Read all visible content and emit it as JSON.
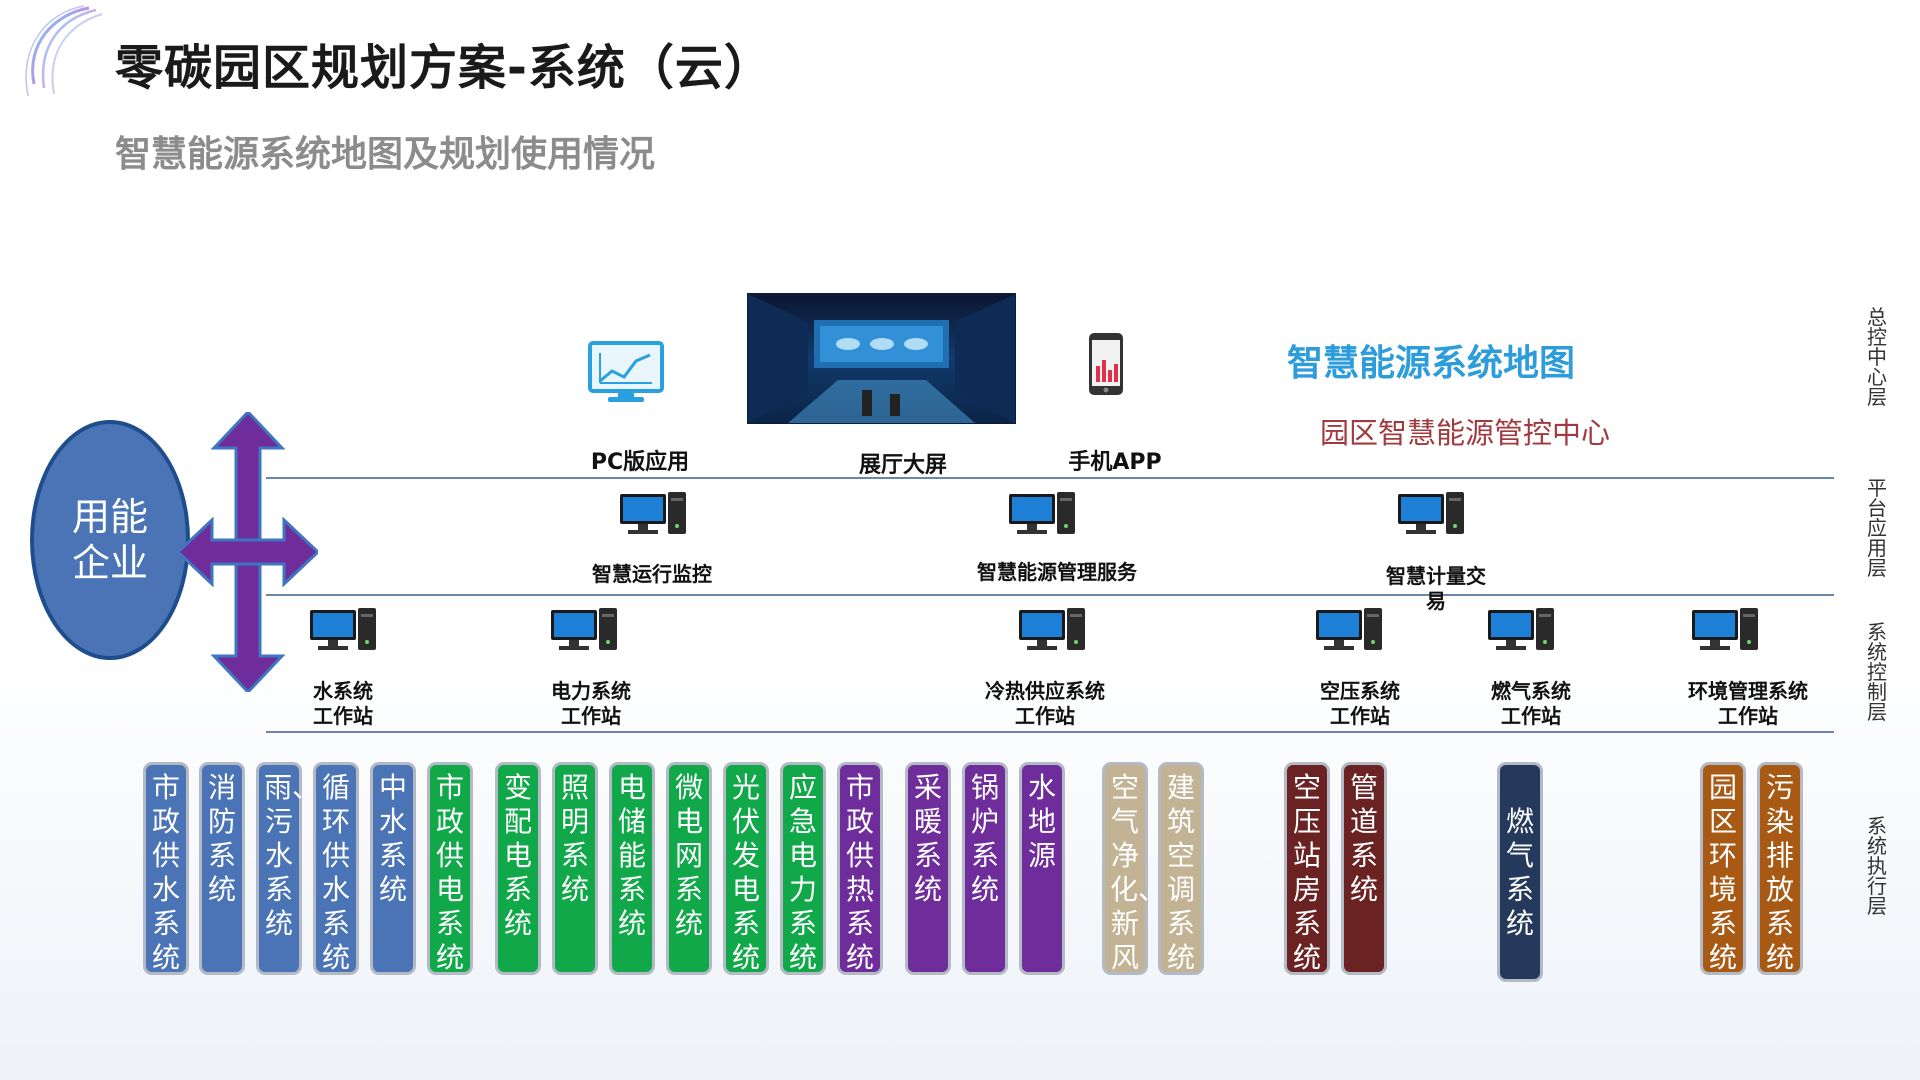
{
  "header": {
    "title": "零碳园区规划方案-系统（云）",
    "subtitle": "智慧能源系统地图及规划使用情况"
  },
  "top_tier": {
    "pc_app": "PC版应用",
    "hall_screen": "展厅大屏",
    "mobile_app": "手机APP",
    "map_title": "智慧能源系统地图",
    "center_title": "园区智慧能源管控中心"
  },
  "layers": {
    "control_center": "总控中心层",
    "platform": "平台应用层",
    "system_control": "系统控制层",
    "execution": "系统执行层"
  },
  "platform_nodes": [
    {
      "label": "智慧运行监控"
    },
    {
      "label": "智慧能源管理服务"
    },
    {
      "label": "智慧计量交易"
    }
  ],
  "control_nodes": [
    {
      "line1": "水系统",
      "line2": "工作站"
    },
    {
      "line1": "电力系统",
      "line2": "工作站"
    },
    {
      "line1": "冷热供应系统",
      "line2": "工作站"
    },
    {
      "line1": "空压系统",
      "line2": "工作站"
    },
    {
      "line1": "燃气系统",
      "line2": "工作站"
    },
    {
      "line1": "环境管理系统",
      "line2": "工作站"
    }
  ],
  "enterprise": "用能企业",
  "exec_systems": [
    {
      "label": "市政供水系统",
      "color": "#4a74b5"
    },
    {
      "label": "消防系统",
      "color": "#4a74b5"
    },
    {
      "label": "雨、污水系统",
      "color": "#4a74b5"
    },
    {
      "label": "循环供水系统",
      "color": "#4a74b5"
    },
    {
      "label": "中水系统",
      "color": "#4a74b5"
    },
    {
      "label": "市政供电系统",
      "color": "#11a84a"
    },
    {
      "label": "变配电系统",
      "color": "#11a84a"
    },
    {
      "label": "照明系统",
      "color": "#11a84a"
    },
    {
      "label": "电储能系统",
      "color": "#11a84a"
    },
    {
      "label": "微电网系统",
      "color": "#11a84a"
    },
    {
      "label": "光伏发电系统",
      "color": "#11a84a"
    },
    {
      "label": "应急电力系统",
      "color": "#11a84a"
    },
    {
      "label": "市政供热系统",
      "color": "#6f2c9b"
    },
    {
      "label": "采暖系统",
      "color": "#6f2c9b"
    },
    {
      "label": "锅炉系统",
      "color": "#6f2c9b"
    },
    {
      "label": "水地源",
      "color": "#6f2c9b"
    },
    {
      "label": "空气净化、新风",
      "color": "#c2b394"
    },
    {
      "label": "建筑空调系统",
      "color": "#c2b394"
    },
    {
      "label": "空压站房系统",
      "color": "#6b2222"
    },
    {
      "label": "管道系统",
      "color": "#6b2222"
    },
    {
      "label": "燃气系统",
      "color": "#25395c"
    },
    {
      "label": "园区环境系统",
      "color": "#a85a14"
    },
    {
      "label": "污染排放系统",
      "color": "#a85a14"
    }
  ]
}
